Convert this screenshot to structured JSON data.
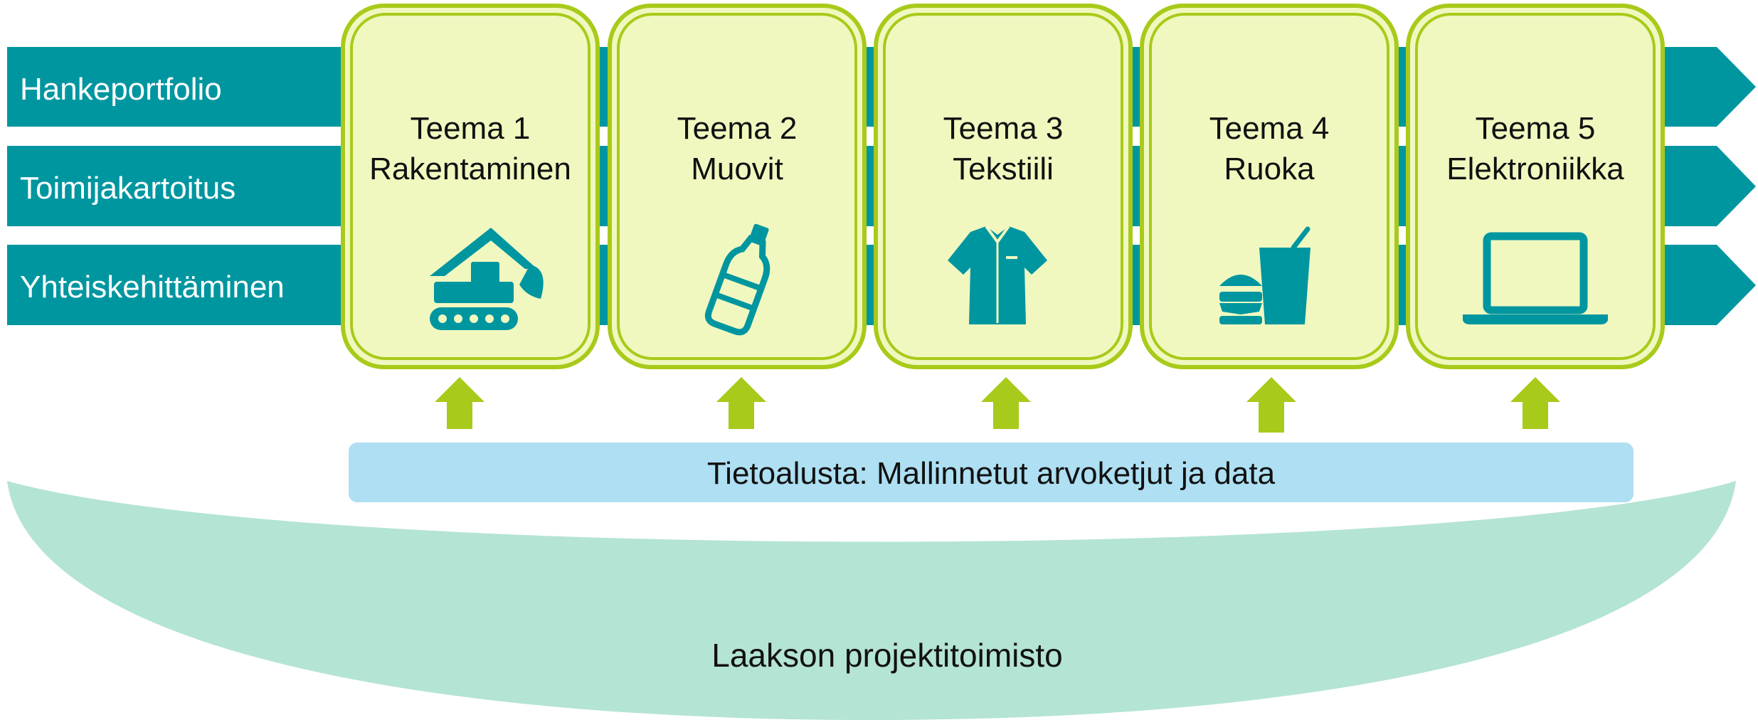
{
  "rows": [
    {
      "label": "Hankeportfolio"
    },
    {
      "label": "Toimijakartoitus"
    },
    {
      "label": "Yhteiskehittäminen"
    }
  ],
  "themes": [
    {
      "title": "Teema 1",
      "subtitle": "Rakentaminen",
      "icon": "excavator-icon"
    },
    {
      "title": "Teema 2",
      "subtitle": "Muovit",
      "icon": "bottle-icon"
    },
    {
      "title": "Teema 3",
      "subtitle": "Tekstiili",
      "icon": "shirt-icon"
    },
    {
      "title": "Teema 4",
      "subtitle": "Ruoka",
      "icon": "food-icon"
    },
    {
      "title": "Teema 5",
      "subtitle": "Elektroniikka",
      "icon": "laptop-icon"
    }
  ],
  "platform": {
    "label": "Tietoalusta: Mallinnetut arvoketjut ja data"
  },
  "office": {
    "label": "Laakson projektitoimisto"
  },
  "colors": {
    "teal": "#0096A0",
    "card_fill": "#F0F8C0",
    "card_border": "#A8CA1A",
    "arrow_green": "#A8CA1A",
    "platform_blue": "#AEDFF2",
    "office_mint": "#B4E4D4"
  }
}
